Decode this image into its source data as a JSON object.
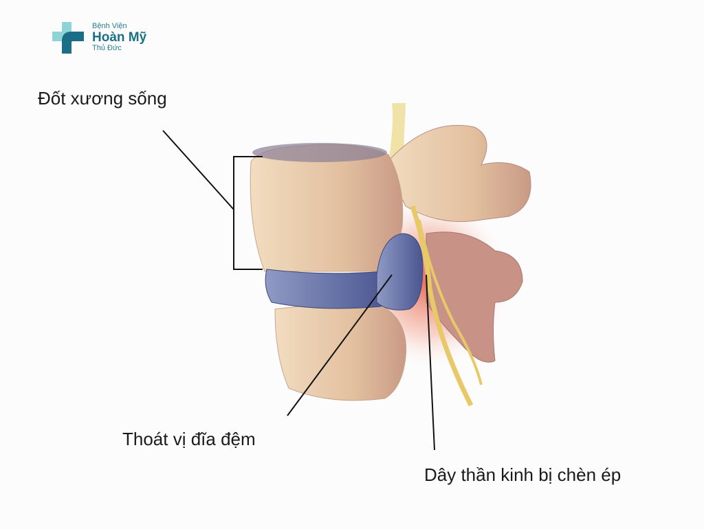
{
  "logo": {
    "line1": "Bệnh Viện",
    "line2": "Hoàn Mỹ",
    "line3": "Thủ Đức",
    "color": "#1a6f86"
  },
  "labels": {
    "vertebra": "Đốt xương sống",
    "herniated_disc": "Thoát vị đĩa đệm",
    "compressed_nerve": "Dây thần kinh bị chèn ép"
  }
}
